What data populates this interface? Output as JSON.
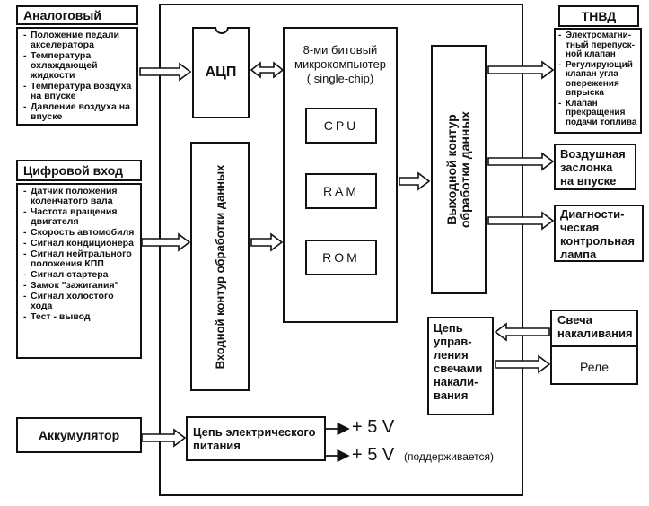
{
  "analog_input": {
    "title": "Аналоговый вход",
    "items": [
      "Положение педали акселератора",
      "Температура охлаждающей жидкости",
      "Температура воздуха на впуске",
      "Давление воздуха на впуске"
    ]
  },
  "digital_input": {
    "title": "Цифровой вход",
    "items": [
      "Датчик положения коленчатого вала",
      "Частота вращения двигателя",
      "Скорость автомобиля",
      "Сигнал кондиционера",
      "Сигнал нейтрального положения КПП",
      "Сигнал стартера",
      "Замок \"зажигания\"",
      "Сигнал холостого хода",
      "Тест - вывод"
    ]
  },
  "battery": {
    "label": "Аккумулятор"
  },
  "adc": {
    "label": "АЦП"
  },
  "input_circuit": {
    "label": "Входной контур обработки данных"
  },
  "microcomputer": {
    "title_line1": "8-ми битовый",
    "title_line2": "микрокомпьютер",
    "title_line3": "( single-chip)",
    "cpu": "CPU",
    "ram": "RAM",
    "rom": "ROM"
  },
  "output_circuit": {
    "label_line1": "Выходной контур",
    "label_line2": "обработки данных"
  },
  "power_circuit": {
    "label_line1": "Цепь электрического",
    "label_line2": "питания"
  },
  "power_outputs": {
    "v1": "+ 5 V",
    "v2": "+ 5 V",
    "v2_note": "(поддерживается)"
  },
  "glow_control": {
    "lines": [
      "Цепь",
      "управ-",
      "ления",
      "свечами",
      "накали-",
      "вания"
    ]
  },
  "tnvd": {
    "title": "ТНВД",
    "items": [
      "Электромагни-тный перепуск-ной клапан",
      "Регулирующий клапан угла опережения впрыска",
      "Клапан прекращения подачи топлива"
    ]
  },
  "intake_flap": {
    "line1": "Воздушная",
    "line2": "заслонка",
    "line3": "на впуске"
  },
  "diag_lamp": {
    "line1": "Диагности-",
    "line2": "ческая",
    "line3": "контрольная",
    "line4": "лампа"
  },
  "glow_plug": {
    "line1": "Свеча",
    "line2": "накаливания",
    "relay": "Реле"
  }
}
